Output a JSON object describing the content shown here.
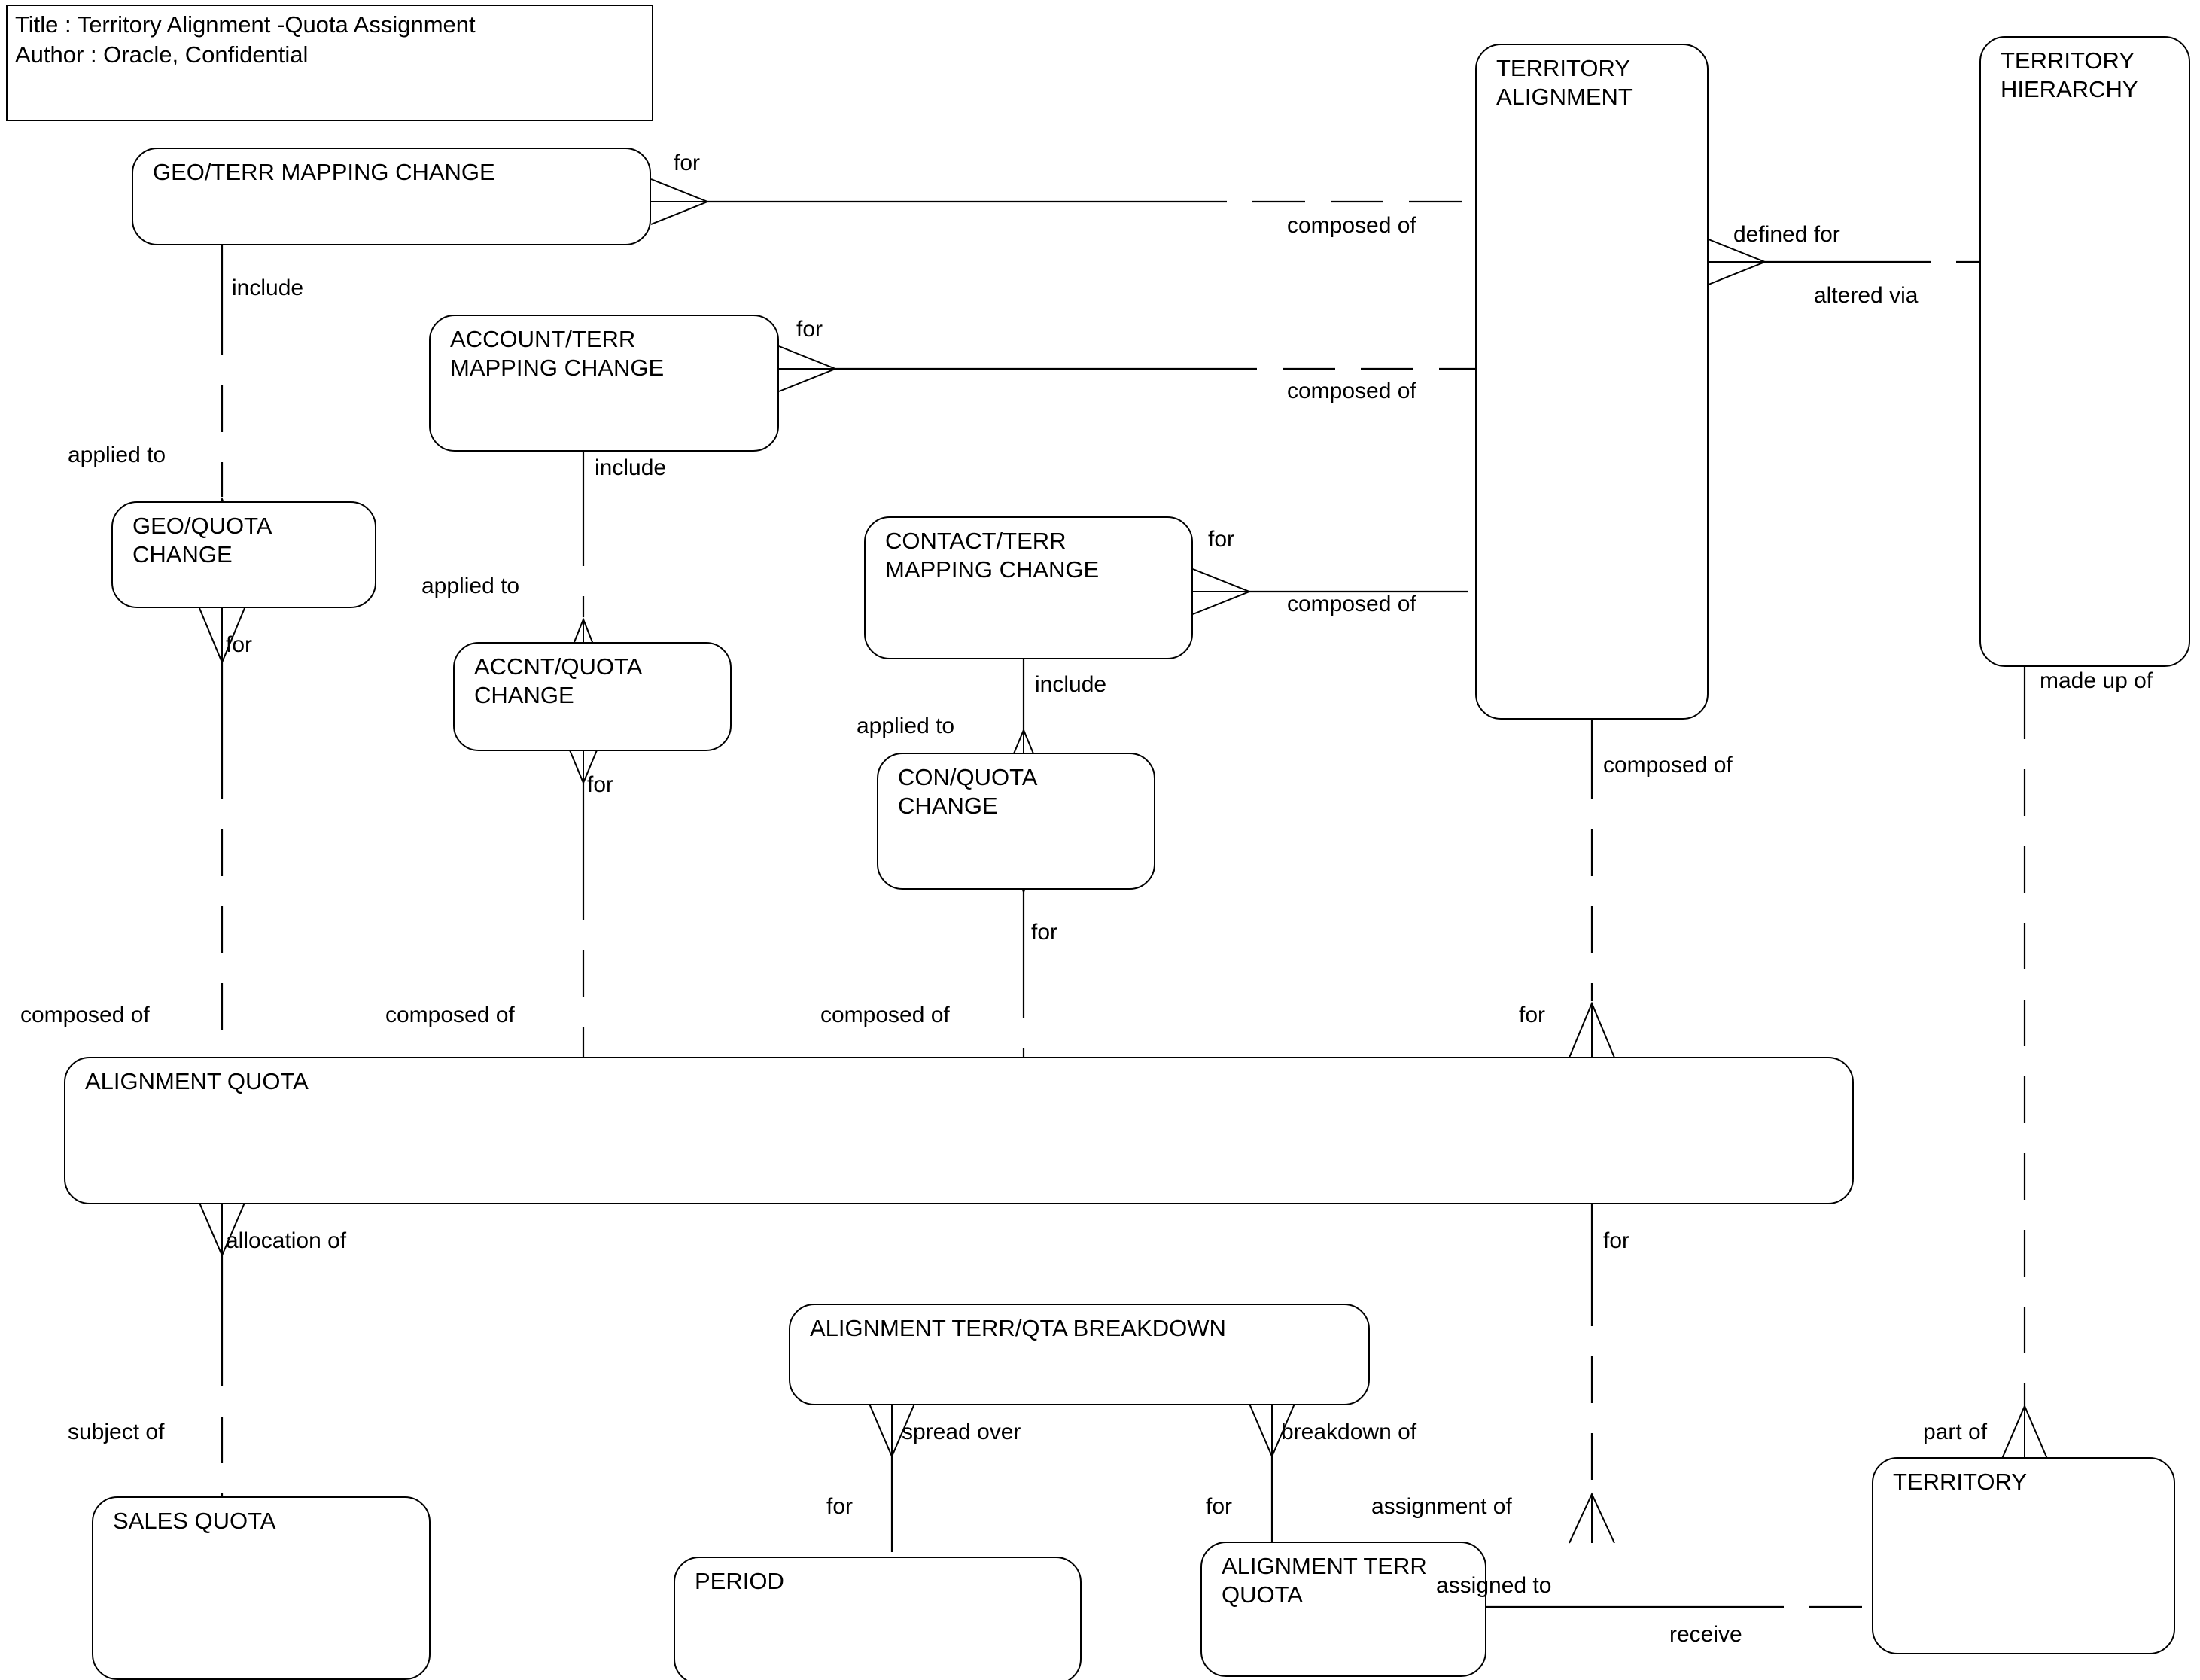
{
  "diagram": {
    "title_block": {
      "line1": "Title : Territory Alignment -Quota Assignment",
      "line2": "Author : Oracle, Confidential"
    },
    "entities": [
      {
        "id": "geo_terr_mapping_change",
        "label": "GEO/TERR MAPPING CHANGE"
      },
      {
        "id": "account_terr_mapping_change",
        "label": "ACCOUNT/TERR\nMAPPING CHANGE"
      },
      {
        "id": "contact_terr_mapping_change",
        "label": "CONTACT/TERR\nMAPPING CHANGE"
      },
      {
        "id": "geo_quota_change",
        "label": "GEO/QUOTA\nCHANGE"
      },
      {
        "id": "accnt_quota_change",
        "label": "ACCNT/QUOTA\nCHANGE"
      },
      {
        "id": "con_quota_change",
        "label": "CON/QUOTA\nCHANGE"
      },
      {
        "id": "territory_alignment",
        "label": "TERRITORY\nALIGNMENT"
      },
      {
        "id": "territory_hierarchy",
        "label": "TERRITORY\nHIERARCHY"
      },
      {
        "id": "alignment_quota",
        "label": "ALIGNMENT QUOTA"
      },
      {
        "id": "sales_quota",
        "label": "SALES QUOTA"
      },
      {
        "id": "alignment_terr_qta_breakdown",
        "label": "ALIGNMENT TERR/QTA BREAKDOWN"
      },
      {
        "id": "period",
        "label": "PERIOD"
      },
      {
        "id": "alignment_terr_quota",
        "label": "ALIGNMENT TERR QUOTA"
      },
      {
        "id": "territory",
        "label": "TERRITORY"
      }
    ],
    "relationship_labels": [
      {
        "id": "lbl_geo_for",
        "text": "for"
      },
      {
        "id": "lbl_ta_composed1",
        "text": "composed of"
      },
      {
        "id": "lbl_geo_include",
        "text": "include"
      },
      {
        "id": "lbl_defined_for",
        "text": "defined for"
      },
      {
        "id": "lbl_altered_via",
        "text": "altered via"
      },
      {
        "id": "lbl_acct_for",
        "text": "for"
      },
      {
        "id": "lbl_ta_composed2",
        "text": "composed of"
      },
      {
        "id": "lbl_acct_include",
        "text": "include"
      },
      {
        "id": "lbl_geo_applied_to",
        "text": "applied to"
      },
      {
        "id": "lbl_con_for",
        "text": "for"
      },
      {
        "id": "lbl_ta_composed3",
        "text": "composed of"
      },
      {
        "id": "lbl_acct_applied_to",
        "text": "applied to"
      },
      {
        "id": "lbl_geoq_for",
        "text": "for"
      },
      {
        "id": "lbl_con_include",
        "text": "include"
      },
      {
        "id": "lbl_ta_composed4",
        "text": "composed of"
      },
      {
        "id": "lbl_con_applied_to",
        "text": "applied to"
      },
      {
        "id": "lbl_acctq_for",
        "text": "for"
      },
      {
        "id": "lbl_made_up_of",
        "text": "made up of"
      },
      {
        "id": "lbl_conq_for",
        "text": "for"
      },
      {
        "id": "lbl_aq_composed1",
        "text": "composed of"
      },
      {
        "id": "lbl_aq_composed2",
        "text": "composed of"
      },
      {
        "id": "lbl_aq_composed3",
        "text": "composed of"
      },
      {
        "id": "lbl_aq_for",
        "text": "for"
      },
      {
        "id": "lbl_allocation_of",
        "text": "allocation of"
      },
      {
        "id": "lbl_aq_for2",
        "text": "for"
      },
      {
        "id": "lbl_subject_of",
        "text": "subject of"
      },
      {
        "id": "lbl_spread_over",
        "text": "spread over"
      },
      {
        "id": "lbl_breakdown_of",
        "text": "breakdown of"
      },
      {
        "id": "lbl_part_of",
        "text": "part of"
      },
      {
        "id": "lbl_period_for",
        "text": "for"
      },
      {
        "id": "lbl_atq_for",
        "text": "for"
      },
      {
        "id": "lbl_assignment_of",
        "text": "assignment of"
      },
      {
        "id": "lbl_assigned_to",
        "text": "assigned to"
      },
      {
        "id": "lbl_receive",
        "text": "receive"
      }
    ],
    "colors": {
      "stroke": "#000000",
      "fill": "#ffffff",
      "text": "#000000"
    }
  }
}
